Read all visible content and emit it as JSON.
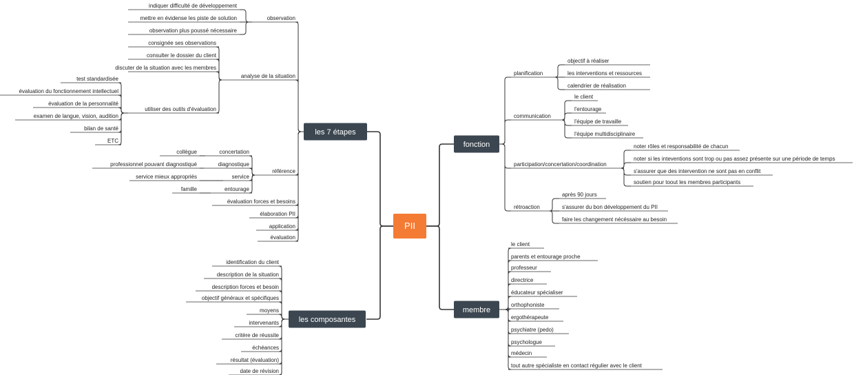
{
  "colors": {
    "root": "#f47b34",
    "branch": "#3b4650",
    "line": "#333333",
    "text": "#222222"
  },
  "root": "PII",
  "branches": {
    "etapes": {
      "label": "les 7 étapes",
      "observation": {
        "label": "observation",
        "items": [
          "indiquer difficulté de développement",
          "mettre en évidense les piste de solution",
          "observation plus poussé nécessaire"
        ]
      },
      "analyse": {
        "label": "analyse de la situation",
        "items": [
          "consignée ses observations",
          "consulter le dossier du client",
          "discuter de la situation avec les membres"
        ],
        "outils": {
          "label": "utiliser des outils d'évaluation",
          "items": [
            "test standardisée",
            "évaluation du fonctionnement intellectuel",
            "évaluation de la personnalité",
            "examen de langue, vision, audition",
            "bilan de santé",
            "ETC"
          ]
        }
      },
      "reference": {
        "label": "référence",
        "items": [
          {
            "label": "concertation",
            "child": "collègue"
          },
          {
            "label": "diagnostique",
            "child": "professionnel pouvant diagnostiqué"
          },
          {
            "label": "service",
            "child": "service mieux appropriés"
          },
          {
            "label": "entourage",
            "child": "famille"
          }
        ]
      },
      "others": [
        "évaluation forces et besoins",
        "élaboration PII",
        "application",
        "évaluation"
      ]
    },
    "composantes": {
      "label": "les composantes",
      "items": [
        "identification du client",
        "description de la situation",
        "description forces et besoin",
        "objectif généraux et spécifiques",
        "moyens",
        "intervenants",
        "critère de réussite",
        "échéances",
        "résultat (évaluation)",
        "date de révision"
      ]
    },
    "fonction": {
      "label": "fonction",
      "planification": {
        "label": "planification",
        "items": [
          "objectif à réaliser",
          "les interventions et ressources",
          "calendrier de réalisation"
        ]
      },
      "communication": {
        "label": "communication",
        "items": [
          "le client",
          "l'entourage",
          "l'équipe de travaille",
          "l'équipe multidisciplinaire"
        ]
      },
      "participation": {
        "label": "participation/concertation/coordination",
        "items": [
          "noter rôles et responsabilité de chacun",
          "noter si les inteventions sont trop ou pas assez présente sur une période de temps",
          "s'assurer que des intervention ne sont pas en conflit",
          "soutien pour toout les membres participants"
        ]
      },
      "retroaction": {
        "label": "rétroaction",
        "items": [
          "après 90 jours",
          "s'assurer du bon développement du PII",
          "faire les changement nécéssaire au besoin"
        ]
      }
    },
    "membre": {
      "label": "membre",
      "items": [
        "le client",
        "parents et entourage proche",
        "professeur",
        "directrice",
        "éducateur spécialiser",
        "orthophoniste",
        "ergothérapeute",
        "psychiatre (pedo)",
        "psychologue",
        "médecin",
        "tout autre spécialiste en contact régulier avec le client"
      ]
    }
  }
}
